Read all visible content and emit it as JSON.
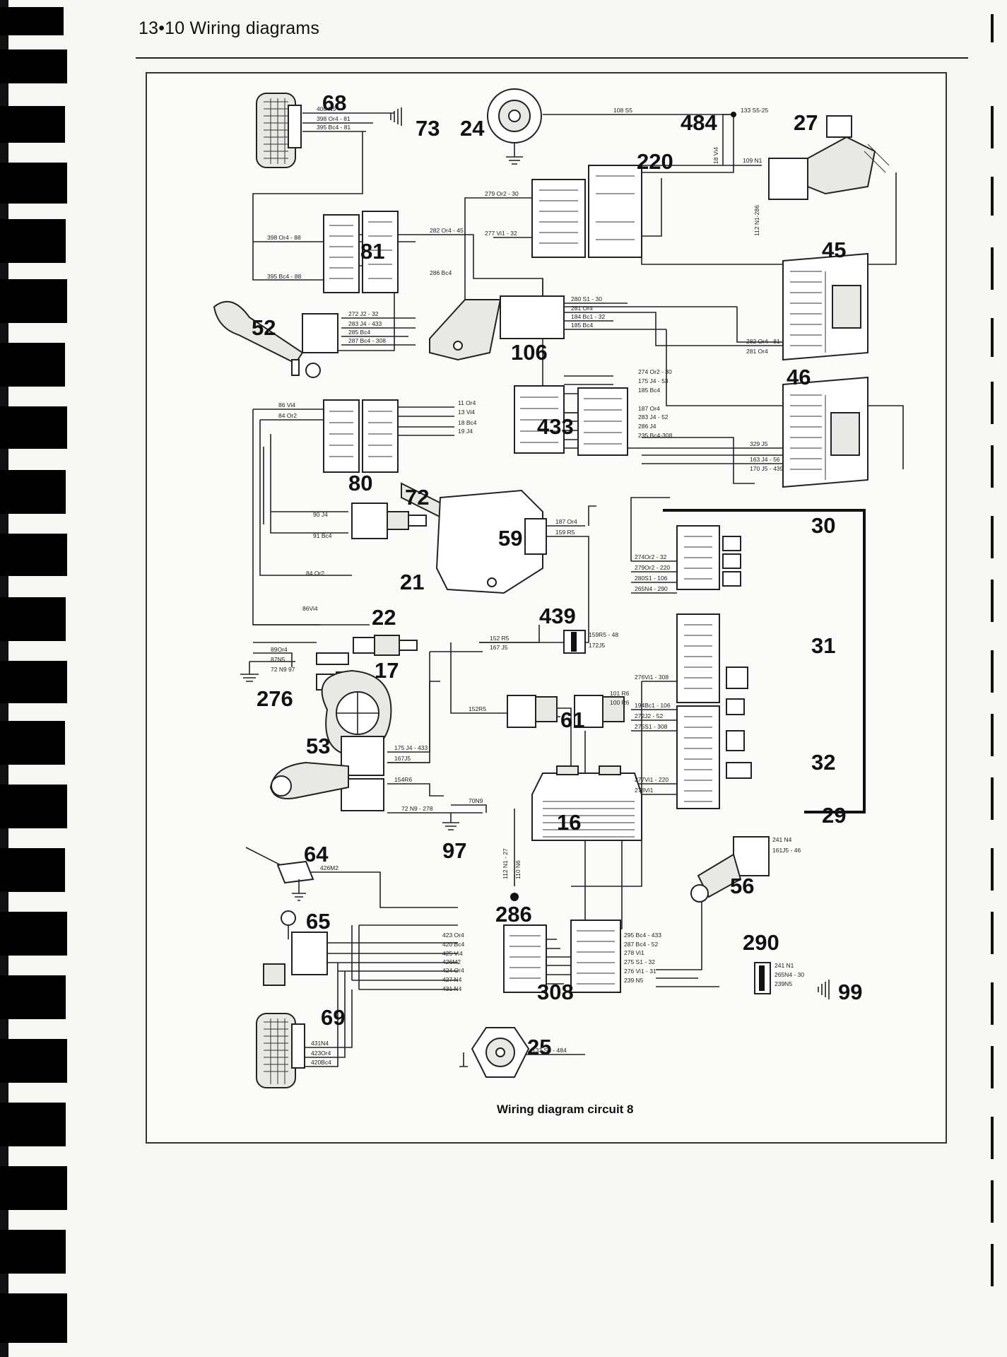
{
  "header": {
    "page_number": "13•10",
    "title": "Wiring diagrams"
  },
  "caption": "Wiring diagram circuit 8",
  "components": [
    {
      "id": "68",
      "label": "68"
    },
    {
      "id": "73",
      "label": "73"
    },
    {
      "id": "24",
      "label": "24"
    },
    {
      "id": "484",
      "label": "484"
    },
    {
      "id": "27",
      "label": "27"
    },
    {
      "id": "220",
      "label": "220"
    },
    {
      "id": "81",
      "label": "81"
    },
    {
      "id": "45",
      "label": "45"
    },
    {
      "id": "52",
      "label": "52"
    },
    {
      "id": "106",
      "label": "106"
    },
    {
      "id": "46",
      "label": "46"
    },
    {
      "id": "80",
      "label": "80"
    },
    {
      "id": "433",
      "label": "433"
    },
    {
      "id": "72",
      "label": "72"
    },
    {
      "id": "59",
      "label": "59"
    },
    {
      "id": "30",
      "label": "30"
    },
    {
      "id": "21",
      "label": "21"
    },
    {
      "id": "22",
      "label": "22"
    },
    {
      "id": "439",
      "label": "439"
    },
    {
      "id": "31",
      "label": "31"
    },
    {
      "id": "17",
      "label": "17"
    },
    {
      "id": "276",
      "label": "276"
    },
    {
      "id": "61",
      "label": "61"
    },
    {
      "id": "53",
      "label": "53"
    },
    {
      "id": "32",
      "label": "32"
    },
    {
      "id": "16",
      "label": "16"
    },
    {
      "id": "97",
      "label": "97"
    },
    {
      "id": "29",
      "label": "29"
    },
    {
      "id": "64",
      "label": "64"
    },
    {
      "id": "286",
      "label": "286"
    },
    {
      "id": "56",
      "label": "56"
    },
    {
      "id": "65",
      "label": "65"
    },
    {
      "id": "290",
      "label": "290"
    },
    {
      "id": "308",
      "label": "308"
    },
    {
      "id": "99",
      "label": "99"
    },
    {
      "id": "69",
      "label": "69"
    },
    {
      "id": "25",
      "label": "25"
    }
  ],
  "wire_labels": [
    "400 N5",
    "398 Or4 - 81",
    "395 Bc4 - 81",
    "108 S5",
    "133 S5-25",
    "18 Vi4",
    "109 N1",
    "279 Or2 - 30",
    "277 Vi1 - 32",
    "112 N1-286",
    "398 Or4 - 88",
    "282 Or4 - 45",
    "395 Bc4 - 88",
    "286 Bc4",
    "272 J2 - 32",
    "283 J4 - 433",
    "285 Bc4",
    "287 Bc4 - 308",
    "280 S1 - 30",
    "281 Or4",
    "184 Bc1 - 32",
    "185 Bc4",
    "282 Or4 - 81",
    "281 Or4",
    "274 Or2 - 30",
    "175 J4 - 53",
    "185 Bc4",
    "11 Or4",
    "13 Vi4",
    "18 Bc4",
    "19 J4",
    "187 Or4",
    "283 J4 - 52",
    "286 J4",
    "235 Bc4-308",
    "86 Vi4",
    "84 Or2",
    "329 J5",
    "163 J4 - 56",
    "170 J5 - 439",
    "90 J4",
    "91 Bc4",
    "187 Or4",
    "159 R5",
    "274Or2 - 32",
    "279Or2 - 220",
    "280S1 - 106",
    "265N4 - 290",
    "84 Or2",
    "86Vi4",
    "152 R5",
    "159R5 - 48",
    "167 J5",
    "172J5",
    "89Or4",
    "87N5",
    "72 N9 97",
    "276Vi1 - 308",
    "194Bc1 - 106",
    "272J2 - 52",
    "275S1 - 308",
    "152R5",
    "101 R6",
    "100 R6",
    "175 J4 - 433",
    "167J5",
    "154R6",
    "70N9",
    "72 N9 - 278",
    "277Vi1 - 220",
    "278Vi1",
    "112 N1 - 27",
    "110 N6",
    "241 N4",
    "161J5 - 46",
    "426M2",
    "423 Or4",
    "420 Bc4",
    "425 Vi4",
    "426M2",
    "424 Or4",
    "427 N4",
    "431 N4",
    "295 Bc4 - 433",
    "287 Bc4 - 52",
    "278 Vi1",
    "275 S1 - 32",
    "276 Vi1 - 31",
    "239 N5",
    "241 N1",
    "265N4 - 30",
    "239N5",
    "431N4",
    "423Or4",
    "420Bc4",
    "133 S5 - 484"
  ]
}
